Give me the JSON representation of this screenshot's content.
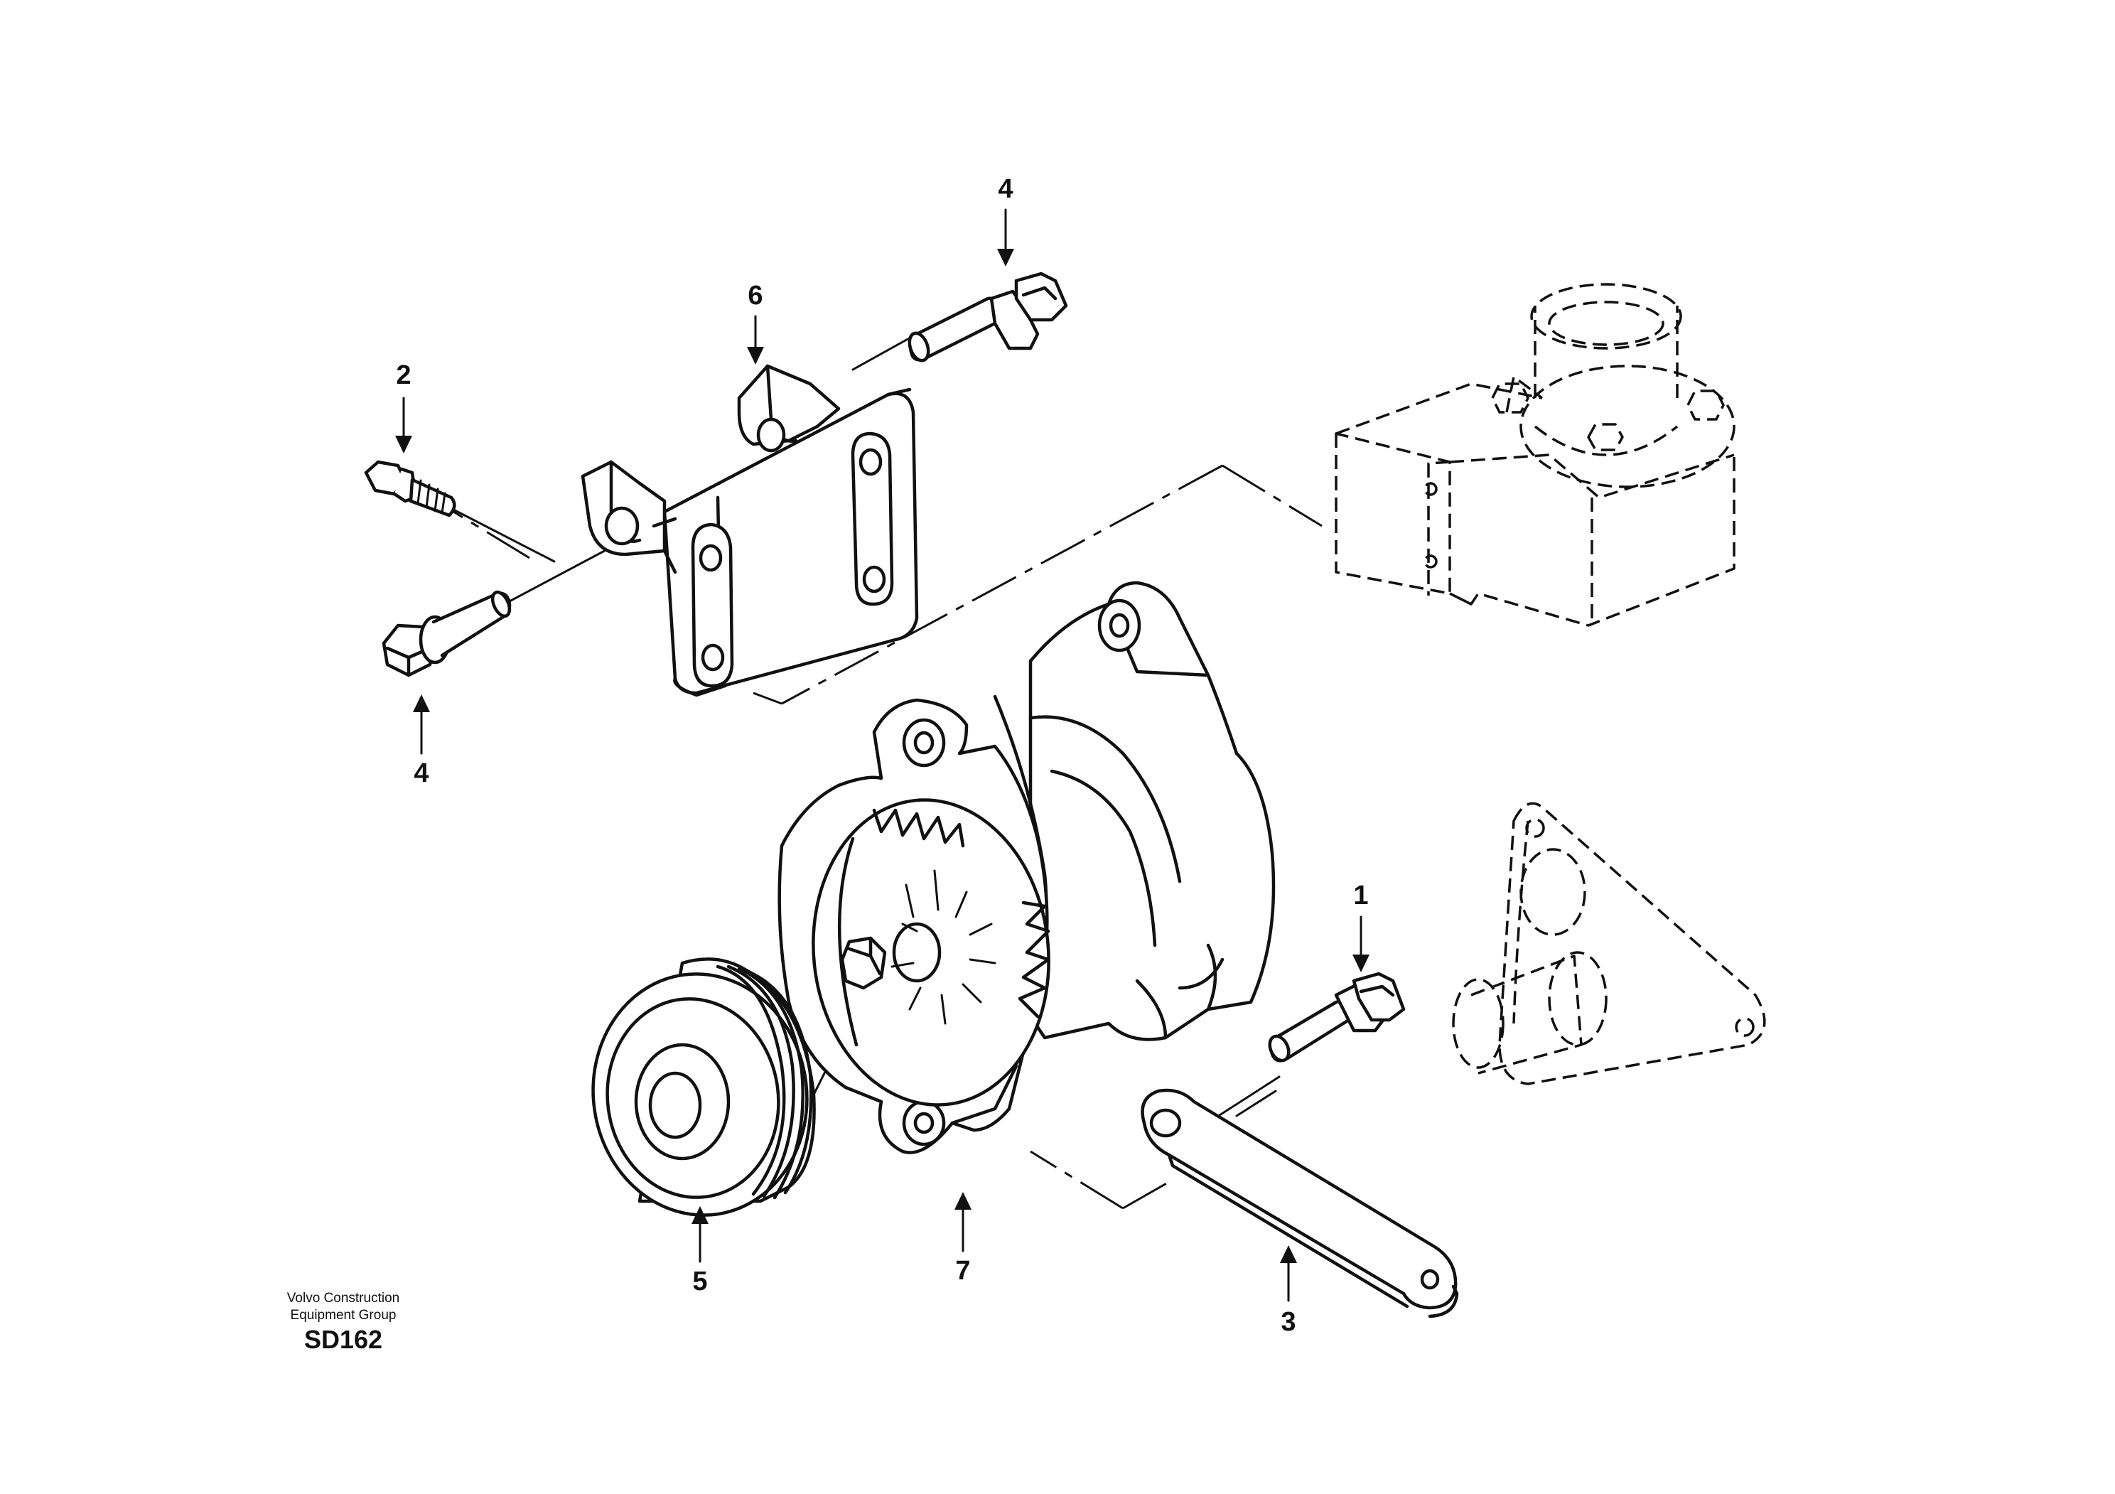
{
  "brand": {
    "line1": "Volvo Construction",
    "line2": "Equipment Group",
    "code": "SD162"
  },
  "callouts": [
    "1",
    "2",
    "3",
    "4",
    "4",
    "5",
    "6",
    "7"
  ],
  "parts": [
    {
      "ref": "1",
      "name-icon": "bolt-icon"
    },
    {
      "ref": "2",
      "name-icon": "bolt-icon"
    },
    {
      "ref": "3",
      "name-icon": "adjusting-bar-icon"
    },
    {
      "ref": "4",
      "name-icon": "flange-bolt-icon"
    },
    {
      "ref": "5",
      "name-icon": "pulley-icon"
    },
    {
      "ref": "6",
      "name-icon": "bracket-icon"
    },
    {
      "ref": "7",
      "name-icon": "alternator-icon"
    }
  ]
}
